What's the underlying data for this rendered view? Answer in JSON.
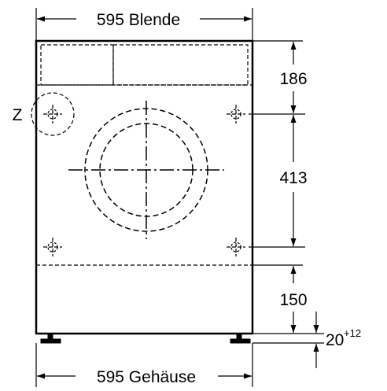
{
  "diagram": {
    "top_width_label": "595 Blende",
    "bottom_width_label": "595 Gehäuse",
    "panel_height_label": "186",
    "fixing_spacing_label": "413",
    "bottom_offset_label": "150",
    "foot_height_label": "20",
    "foot_height_tolerance": "+12",
    "detail_marker_label": "Z",
    "colors": {
      "line": "#000000",
      "background": "#ffffff"
    }
  }
}
